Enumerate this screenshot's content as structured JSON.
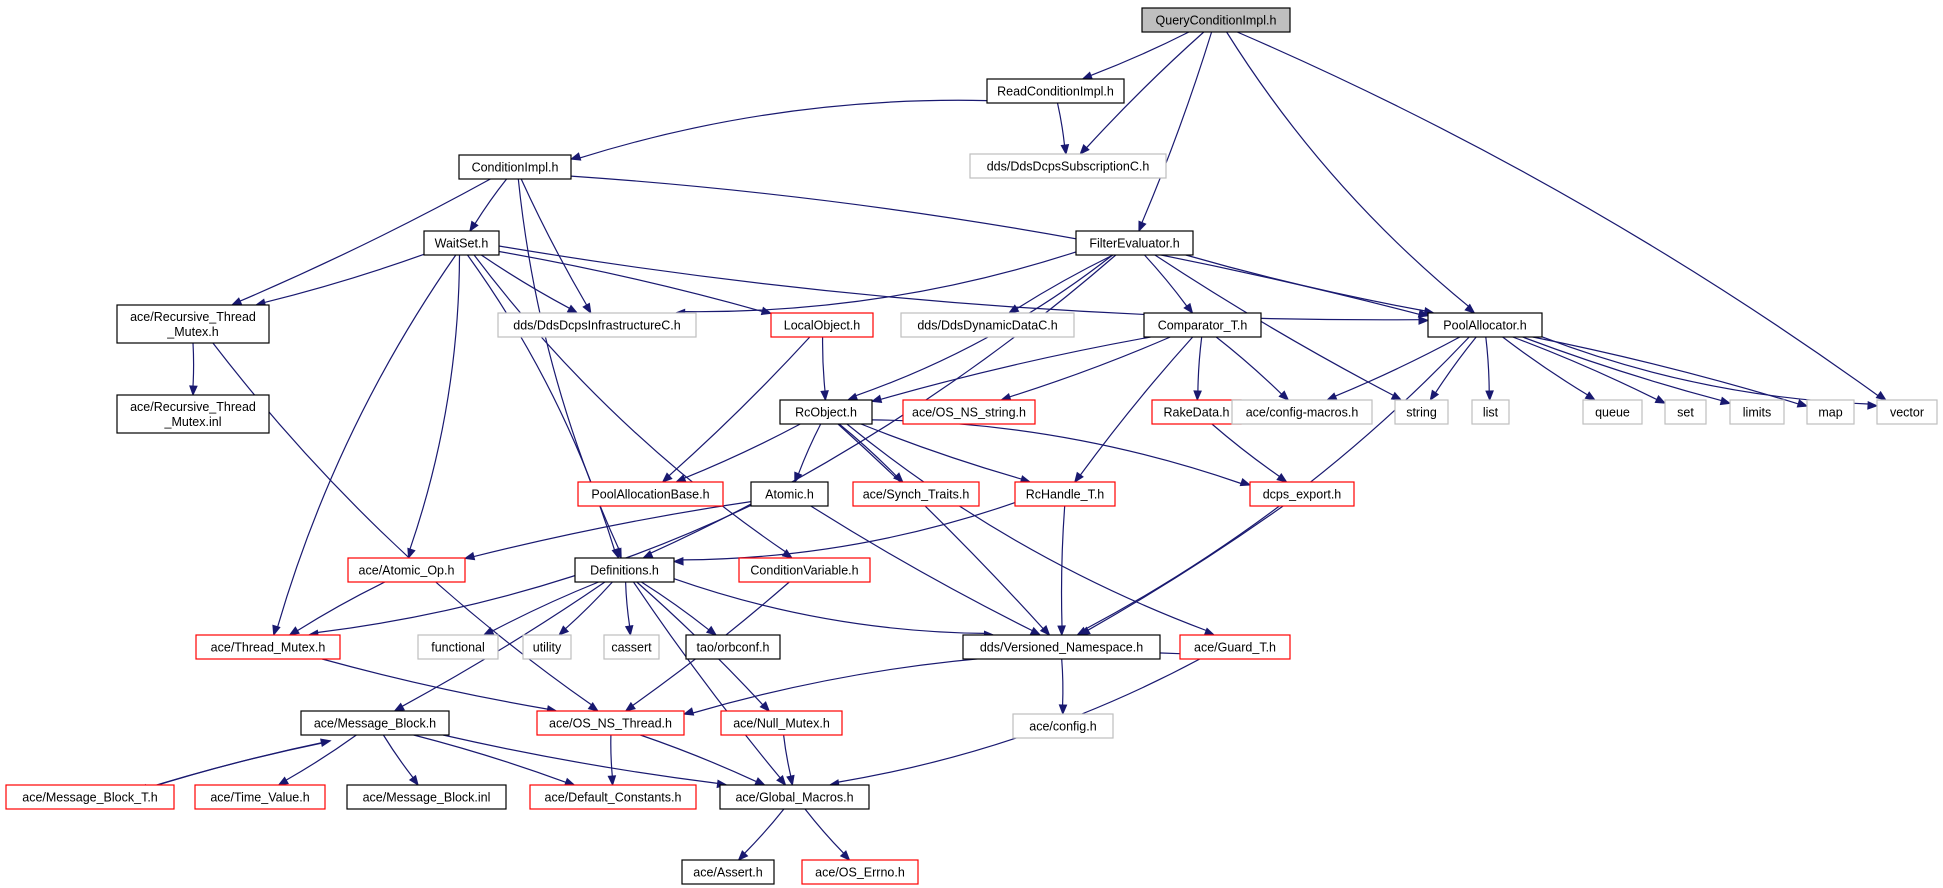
{
  "graph": {
    "node_style": {
      "root": {
        "fill": "#bfbfbf",
        "stroke": "#000000"
      },
      "local": {
        "fill": "#ffffff",
        "stroke": "#000000"
      },
      "linked": {
        "fill": "#ffffff",
        "stroke": "#ff0000"
      },
      "external": {
        "fill": "#ffffff",
        "stroke": "#bfbfbf"
      }
    },
    "edge_color": "#191970",
    "nodes": [
      {
        "id": "root",
        "label": "QueryConditionImpl.h",
        "style": "root"
      },
      {
        "id": "readcond",
        "label": "ReadConditionImpl.h",
        "style": "local"
      },
      {
        "id": "ddssub",
        "label": "dds/DdsDcpsSubscriptionC.h",
        "style": "external"
      },
      {
        "id": "condimpl",
        "label": "ConditionImpl.h",
        "style": "local"
      },
      {
        "id": "waitset",
        "label": "WaitSet.h",
        "style": "local"
      },
      {
        "id": "filtereval",
        "label": "FilterEvaluator.h",
        "style": "local"
      },
      {
        "id": "recmutex",
        "label": "ace/Recursive_Thread\n_Mutex.h",
        "style": "local"
      },
      {
        "id": "recmutexinl",
        "label": "ace/Recursive_Thread\n_Mutex.inl",
        "style": "local"
      },
      {
        "id": "ddsinfra",
        "label": "dds/DdsDcpsInfrastructureC.h",
        "style": "external"
      },
      {
        "id": "localobj",
        "label": "LocalObject.h",
        "style": "linked"
      },
      {
        "id": "ddsdyn",
        "label": "dds/DdsDynamicDataC.h",
        "style": "external"
      },
      {
        "id": "comparator",
        "label": "Comparator_T.h",
        "style": "local"
      },
      {
        "id": "poolalloc",
        "label": "PoolAllocator.h",
        "style": "local"
      },
      {
        "id": "rcobject",
        "label": "RcObject.h",
        "style": "local"
      },
      {
        "id": "osnsstring",
        "label": "ace/OS_NS_string.h",
        "style": "linked"
      },
      {
        "id": "rakedata",
        "label": "RakeData.h",
        "style": "linked"
      },
      {
        "id": "configmacros",
        "label": "ace/config-macros.h",
        "style": "external"
      },
      {
        "id": "string",
        "label": "string",
        "style": "external"
      },
      {
        "id": "list",
        "label": "list",
        "style": "external"
      },
      {
        "id": "queue",
        "label": "queue",
        "style": "external"
      },
      {
        "id": "set",
        "label": "set",
        "style": "external"
      },
      {
        "id": "limits",
        "label": "limits",
        "style": "external"
      },
      {
        "id": "map",
        "label": "map",
        "style": "external"
      },
      {
        "id": "vector",
        "label": "vector",
        "style": "external"
      },
      {
        "id": "poolallocbase",
        "label": "PoolAllocationBase.h",
        "style": "linked"
      },
      {
        "id": "atomic",
        "label": "Atomic.h",
        "style": "local"
      },
      {
        "id": "synchtraits",
        "label": "ace/Synch_Traits.h",
        "style": "linked"
      },
      {
        "id": "rchandle",
        "label": "RcHandle_T.h",
        "style": "linked"
      },
      {
        "id": "dcpsexport",
        "label": "dcps_export.h",
        "style": "linked"
      },
      {
        "id": "atomicop",
        "label": "ace/Atomic_Op.h",
        "style": "linked"
      },
      {
        "id": "definitions",
        "label": "Definitions.h",
        "style": "local"
      },
      {
        "id": "condvar",
        "label": "ConditionVariable.h",
        "style": "linked"
      },
      {
        "id": "threadmutex",
        "label": "ace/Thread_Mutex.h",
        "style": "linked"
      },
      {
        "id": "functional",
        "label": "functional",
        "style": "external"
      },
      {
        "id": "utility",
        "label": "utility",
        "style": "external"
      },
      {
        "id": "cassert",
        "label": "cassert",
        "style": "external"
      },
      {
        "id": "orbconf",
        "label": "tao/orbconf.h",
        "style": "local"
      },
      {
        "id": "versioned",
        "label": "dds/Versioned_Namespace.h",
        "style": "local"
      },
      {
        "id": "guard",
        "label": "ace/Guard_T.h",
        "style": "linked"
      },
      {
        "id": "config",
        "label": "ace/config.h",
        "style": "external"
      },
      {
        "id": "msgblock",
        "label": "ace/Message_Block.h",
        "style": "local"
      },
      {
        "id": "osnsthread",
        "label": "ace/OS_NS_Thread.h",
        "style": "linked"
      },
      {
        "id": "nullmutex",
        "label": "ace/Null_Mutex.h",
        "style": "linked"
      },
      {
        "id": "msgblockt",
        "label": "ace/Message_Block_T.h",
        "style": "linked"
      },
      {
        "id": "timevalue",
        "label": "ace/Time_Value.h",
        "style": "linked"
      },
      {
        "id": "msgblockinl",
        "label": "ace/Message_Block.inl",
        "style": "local"
      },
      {
        "id": "defconst",
        "label": "ace/Default_Constants.h",
        "style": "linked"
      },
      {
        "id": "globalmacros",
        "label": "ace/Global_Macros.h",
        "style": "local"
      },
      {
        "id": "assert",
        "label": "ace/Assert.h",
        "style": "local"
      },
      {
        "id": "oserrno",
        "label": "ace/OS_Errno.h",
        "style": "linked"
      }
    ],
    "edges": [
      [
        "root",
        "readcond"
      ],
      [
        "root",
        "ddssub"
      ],
      [
        "root",
        "filtereval"
      ],
      [
        "root",
        "poolalloc"
      ],
      [
        "root",
        "vector"
      ],
      [
        "readcond",
        "condimpl"
      ],
      [
        "readcond",
        "ddssub"
      ],
      [
        "condimpl",
        "waitset"
      ],
      [
        "condimpl",
        "recmutex"
      ],
      [
        "condimpl",
        "ddsinfra"
      ],
      [
        "condimpl",
        "poolalloc"
      ],
      [
        "condimpl",
        "definitions"
      ],
      [
        "waitset",
        "recmutex"
      ],
      [
        "waitset",
        "ddsinfra"
      ],
      [
        "waitset",
        "localobj"
      ],
      [
        "waitset",
        "poolalloc"
      ],
      [
        "waitset",
        "atomicop"
      ],
      [
        "waitset",
        "threadmutex"
      ],
      [
        "waitset",
        "definitions"
      ],
      [
        "waitset",
        "condvar"
      ],
      [
        "recmutex",
        "recmutexinl"
      ],
      [
        "recmutex",
        "osnsthread"
      ],
      [
        "filtereval",
        "ddsinfra"
      ],
      [
        "filtereval",
        "ddsdyn"
      ],
      [
        "filtereval",
        "comparator"
      ],
      [
        "filtereval",
        "poolalloc"
      ],
      [
        "filtereval",
        "rcobject"
      ],
      [
        "filtereval",
        "string"
      ],
      [
        "filtereval",
        "definitions"
      ],
      [
        "localobj",
        "rcobject"
      ],
      [
        "localobj",
        "poolallocbase"
      ],
      [
        "comparator",
        "rcobject"
      ],
      [
        "comparator",
        "osnsstring"
      ],
      [
        "comparator",
        "rakedata"
      ],
      [
        "comparator",
        "configmacros"
      ],
      [
        "comparator",
        "rchandle"
      ],
      [
        "poolalloc",
        "configmacros"
      ],
      [
        "poolalloc",
        "string"
      ],
      [
        "poolalloc",
        "list"
      ],
      [
        "poolalloc",
        "queue"
      ],
      [
        "poolalloc",
        "set"
      ],
      [
        "poolalloc",
        "limits"
      ],
      [
        "poolalloc",
        "map"
      ],
      [
        "poolalloc",
        "vector"
      ],
      [
        "poolalloc",
        "versioned"
      ],
      [
        "rakedata",
        "dcpsexport"
      ],
      [
        "rcobject",
        "poolallocbase"
      ],
      [
        "rcobject",
        "atomic"
      ],
      [
        "rcobject",
        "synchtraits"
      ],
      [
        "rcobject",
        "rchandle"
      ],
      [
        "rcobject",
        "dcpsexport"
      ],
      [
        "rcobject",
        "guard"
      ],
      [
        "rcobject",
        "versioned"
      ],
      [
        "atomic",
        "atomicop"
      ],
      [
        "atomic",
        "threadmutex"
      ],
      [
        "atomic",
        "versioned"
      ],
      [
        "rchandle",
        "definitions"
      ],
      [
        "rchandle",
        "versioned"
      ],
      [
        "dcpsexport",
        "versioned"
      ],
      [
        "atomicop",
        "threadmutex"
      ],
      [
        "definitions",
        "msgblock"
      ],
      [
        "definitions",
        "functional"
      ],
      [
        "definitions",
        "utility"
      ],
      [
        "definitions",
        "cassert"
      ],
      [
        "definitions",
        "orbconf"
      ],
      [
        "definitions",
        "versioned"
      ],
      [
        "definitions",
        "nullmutex"
      ],
      [
        "definitions",
        "globalmacros"
      ],
      [
        "condvar",
        "osnsthread"
      ],
      [
        "threadmutex",
        "osnsthread"
      ],
      [
        "versioned",
        "config"
      ],
      [
        "guard",
        "osnsthread"
      ],
      [
        "guard",
        "globalmacros"
      ],
      [
        "msgblock",
        "msgblockt"
      ],
      [
        "msgblock",
        "timevalue"
      ],
      [
        "msgblock",
        "msgblockinl"
      ],
      [
        "msgblock",
        "defconst"
      ],
      [
        "msgblock",
        "globalmacros"
      ],
      [
        "msgblockt",
        "msgblock"
      ],
      [
        "osnsthread",
        "defconst"
      ],
      [
        "osnsthread",
        "globalmacros"
      ],
      [
        "nullmutex",
        "globalmacros"
      ],
      [
        "globalmacros",
        "assert"
      ],
      [
        "globalmacros",
        "oserrno"
      ]
    ]
  }
}
